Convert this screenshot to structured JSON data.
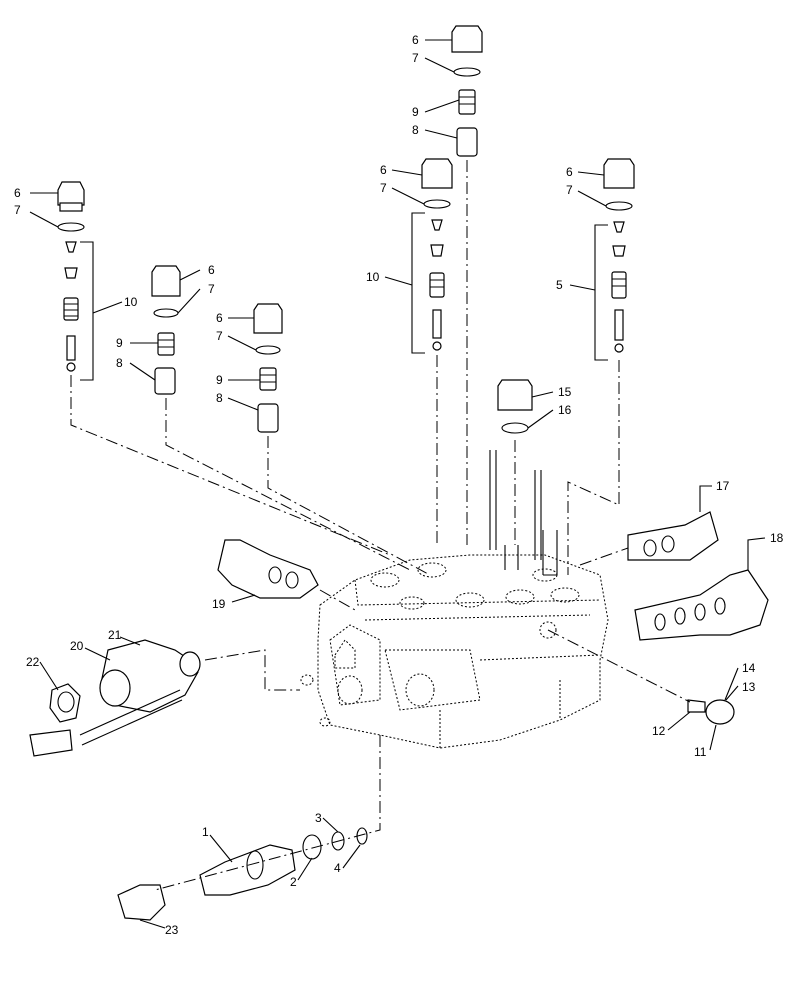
{
  "callouts": [
    {
      "id": "c6a",
      "text": "6"
    },
    {
      "id": "c7a",
      "text": "7"
    },
    {
      "id": "c9a",
      "text": "9"
    },
    {
      "id": "c8a",
      "text": "8"
    },
    {
      "id": "c6b",
      "text": "6"
    },
    {
      "id": "c7b",
      "text": "7"
    },
    {
      "id": "c10b",
      "text": "10"
    },
    {
      "id": "c6c",
      "text": "6"
    },
    {
      "id": "c7c",
      "text": "7"
    },
    {
      "id": "c5c",
      "text": "5"
    },
    {
      "id": "c6d",
      "text": "6"
    },
    {
      "id": "c7d",
      "text": "7"
    },
    {
      "id": "c10d",
      "text": "10"
    },
    {
      "id": "c6e",
      "text": "6"
    },
    {
      "id": "c7e",
      "text": "7"
    },
    {
      "id": "c9e",
      "text": "9"
    },
    {
      "id": "c8e",
      "text": "8"
    },
    {
      "id": "c6f",
      "text": "6"
    },
    {
      "id": "c7f",
      "text": "7"
    },
    {
      "id": "c9f",
      "text": "9"
    },
    {
      "id": "c8f",
      "text": "8"
    },
    {
      "id": "c15",
      "text": "15"
    },
    {
      "id": "c16",
      "text": "16"
    },
    {
      "id": "c17",
      "text": "17"
    },
    {
      "id": "c18",
      "text": "18"
    },
    {
      "id": "c19",
      "text": "19"
    },
    {
      "id": "c20",
      "text": "20"
    },
    {
      "id": "c21",
      "text": "21"
    },
    {
      "id": "c22",
      "text": "22"
    },
    {
      "id": "c14",
      "text": "14"
    },
    {
      "id": "c13",
      "text": "13"
    },
    {
      "id": "c12",
      "text": "12"
    },
    {
      "id": "c11",
      "text": "11"
    },
    {
      "id": "c1",
      "text": "1"
    },
    {
      "id": "c2",
      "text": "2"
    },
    {
      "id": "c3",
      "text": "3"
    },
    {
      "id": "c4",
      "text": "4"
    },
    {
      "id": "c23",
      "text": "23"
    }
  ]
}
